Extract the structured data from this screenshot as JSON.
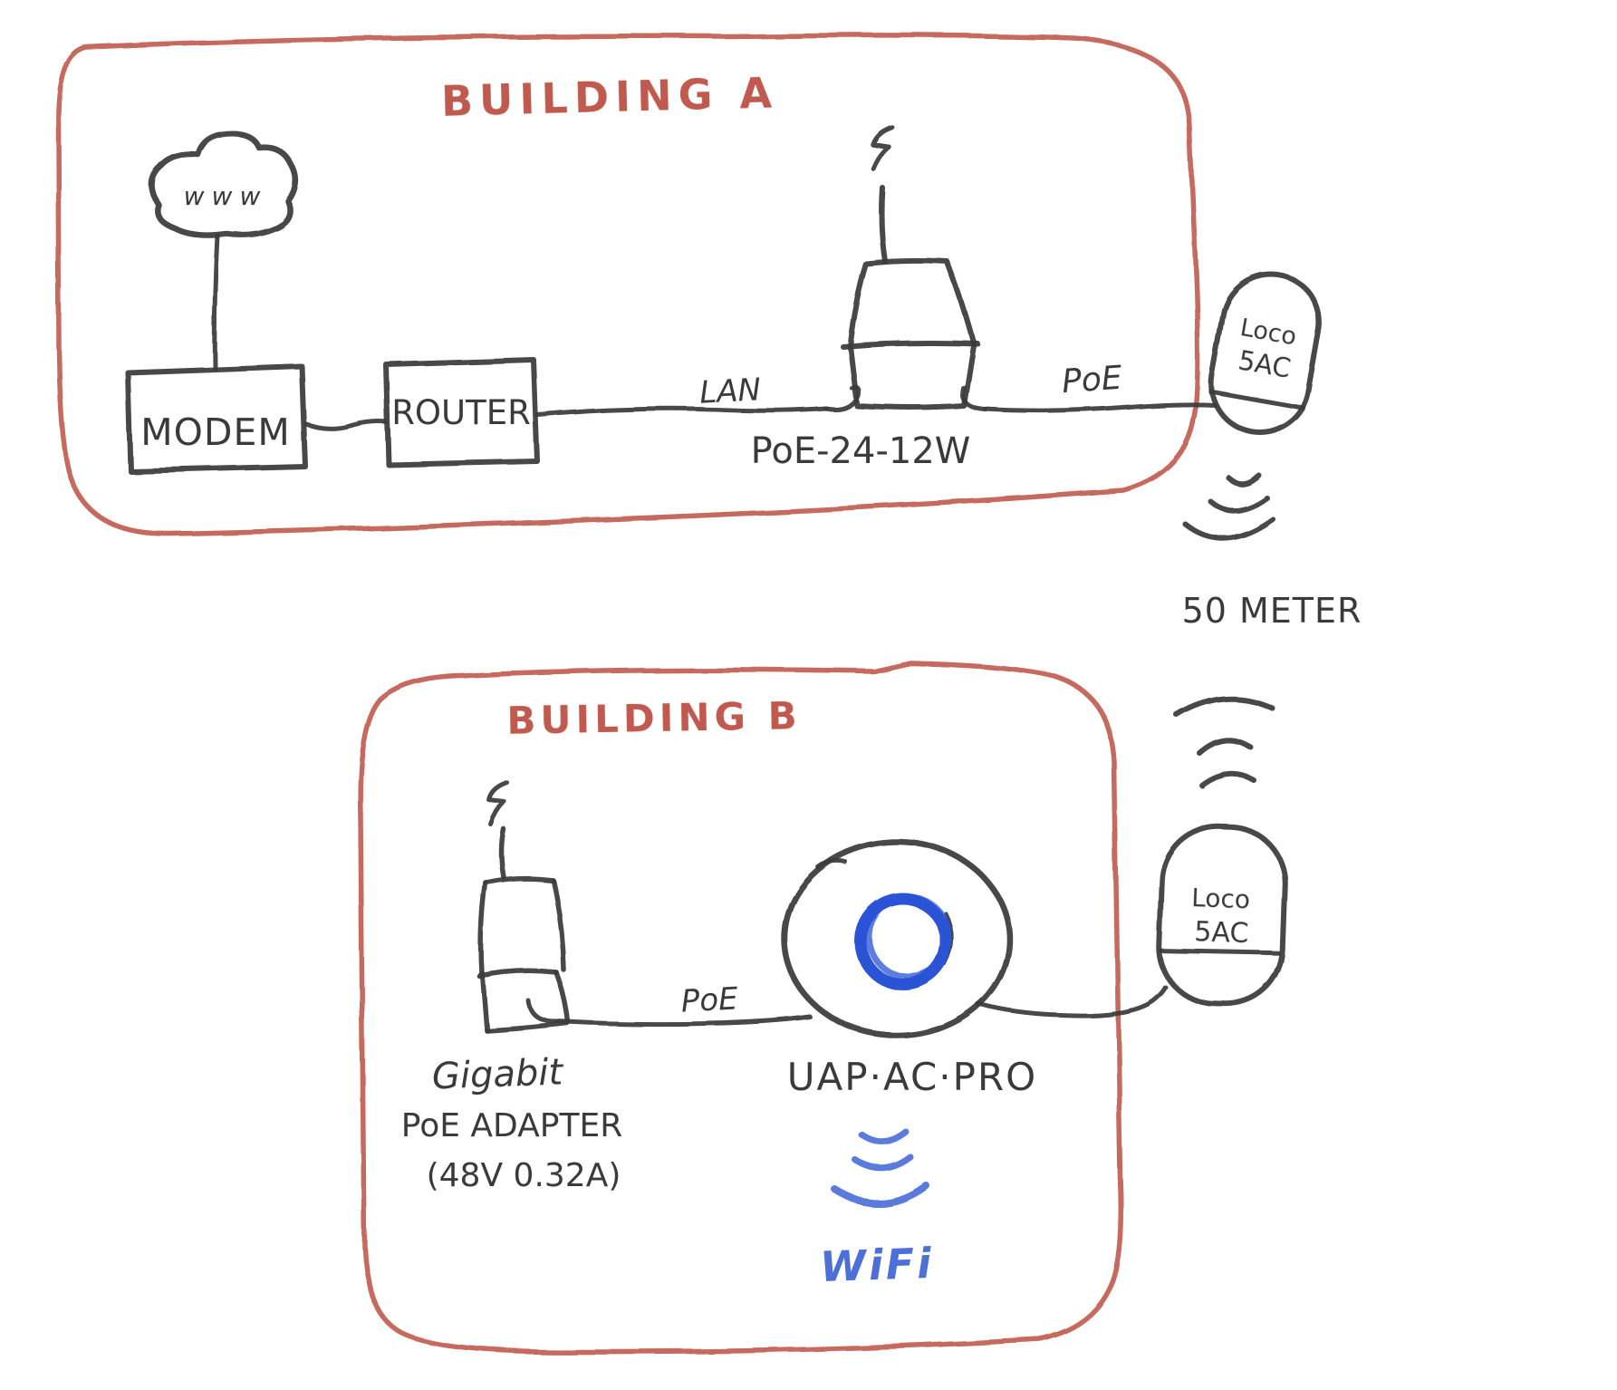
{
  "building_a": {
    "label": "BUILDING A",
    "internet_cloud_label": "www",
    "modem_label": "MODEM",
    "router_label": "ROUTER",
    "lan_link_label": "LAN",
    "poe_injector_label": "PoE-24-12W",
    "poe_link_label": "PoE"
  },
  "building_b": {
    "label": "BUILDING B",
    "poe_adapter_label_line1": "Gigabit",
    "poe_adapter_label_line2": "PoE ADAPTER",
    "poe_adapter_label_line3": "(48V 0.32A)",
    "poe_link_label": "PoE",
    "access_point_label": "UAP·AC·PRO",
    "wifi_label": "WiFi"
  },
  "wireless_bridge": {
    "station_a": {
      "line1": "Loco",
      "line2": "5AC"
    },
    "station_b": {
      "line1": "Loco",
      "line2": "5AC"
    },
    "distance_label": "50 METER"
  },
  "colors": {
    "ink": "#3a3a3a",
    "building_outline_red": "#c05a4e",
    "led_ring_blue": "#2953d6",
    "wifi_blue": "#4c70d8"
  }
}
